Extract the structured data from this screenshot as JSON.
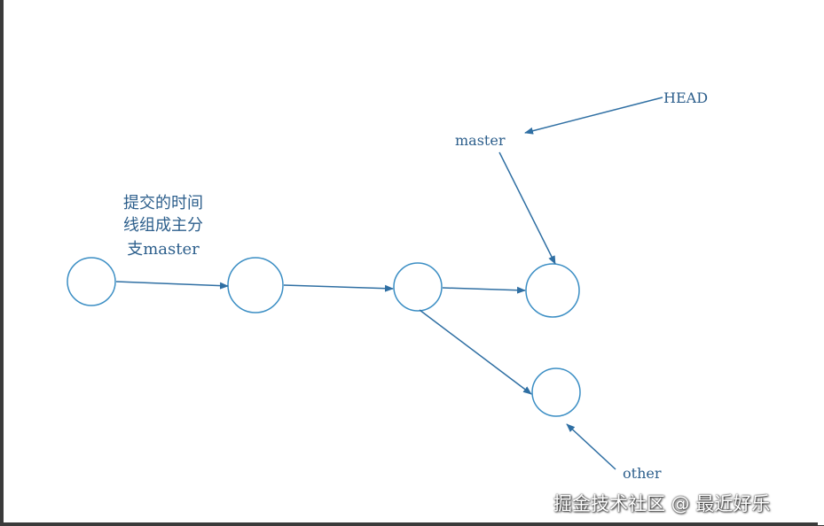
{
  "diagram": {
    "note_lines": [
      "提交的时间",
      "线组成主分",
      "支master"
    ],
    "labels": {
      "master": "master",
      "head": "HEAD",
      "other": "other"
    },
    "colors": {
      "stroke": "#3b8ec4",
      "text": "#2d5f8c"
    }
  },
  "watermark": "掘金技术社区 @ 最近好乐"
}
